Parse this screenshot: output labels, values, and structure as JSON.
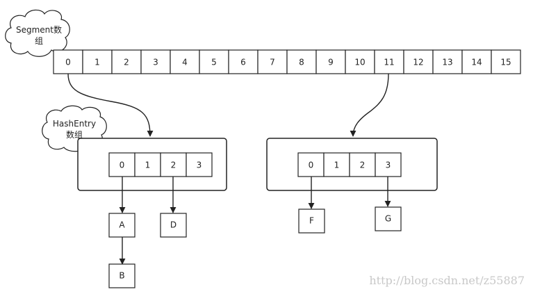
{
  "segment_label": {
    "line1": "Segment数",
    "line2": "组"
  },
  "hashentry_label": {
    "line1": "HashEntry",
    "line2": "数组"
  },
  "segment_indices": [
    "0",
    "1",
    "2",
    "3",
    "4",
    "5",
    "6",
    "7",
    "8",
    "9",
    "10",
    "11",
    "12",
    "13",
    "14",
    "15"
  ],
  "hashentry_left_indices": [
    "0",
    "1",
    "2",
    "3"
  ],
  "hashentry_right_indices": [
    "0",
    "1",
    "2",
    "3"
  ],
  "nodes": {
    "a": "A",
    "b": "B",
    "d": "D",
    "f": "F",
    "g": "G"
  },
  "watermark": "http://blog.csdn.net/z55887"
}
